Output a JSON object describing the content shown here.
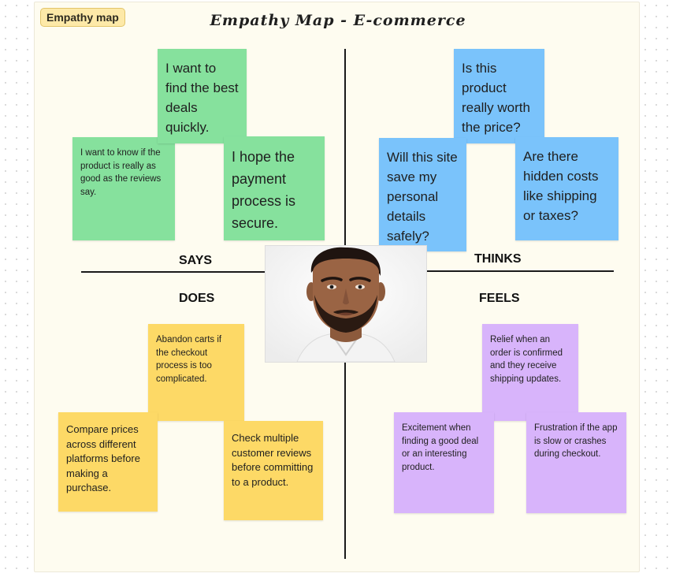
{
  "frame_tag": "Empathy map",
  "title": "Empathy Map - E-commerce",
  "quadrants": {
    "says": "SAYS",
    "thinks": "THINKS",
    "does": "DOES",
    "feels": "FEELS"
  },
  "says_notes": [
    "I want to find the best deals quickly.",
    "I want to know if the product is really as good as the reviews say.",
    "I hope the payment process is secure."
  ],
  "thinks_notes": [
    "Is this product really worth the price?",
    "Will this site save my personal details safely?",
    "Are there hidden costs like shipping or taxes?"
  ],
  "does_notes": [
    "Abandon carts if the checkout process is too complicated.",
    "Compare prices across different platforms before making a purchase.",
    "Check multiple customer reviews before committing to a product."
  ],
  "feels_notes": [
    "Relief when an order is confirmed and they receive shipping updates.",
    "Excitement when finding a good deal or an interesting product.",
    "Frustration if the app is slow or crashes during checkout."
  ],
  "colors": {
    "says": "#86e19d",
    "thinks": "#7ac3fb",
    "does": "#fdd966",
    "feels": "#d8b4fb"
  },
  "persona_image": "persona-portrait"
}
